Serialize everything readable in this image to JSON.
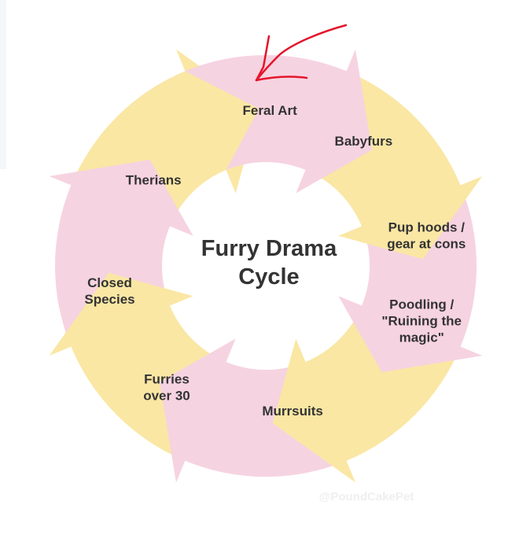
{
  "diagram": {
    "title_line1": "Furry Drama",
    "title_line2": "Cycle",
    "colors": {
      "pink": "#f6d3e1",
      "yellow": "#fae7a4",
      "text": "#333333",
      "marker": "#e3162c"
    },
    "segments": [
      {
        "lines": [
          "Feral Art"
        ],
        "color": "pink"
      },
      {
        "lines": [
          "Babyfurs"
        ],
        "color": "yellow"
      },
      {
        "lines": [
          "Pup hoods /",
          "gear at cons"
        ],
        "color": "pink"
      },
      {
        "lines": [
          "Poodling /",
          "\"Ruining the",
          "magic\""
        ],
        "color": "yellow"
      },
      {
        "lines": [
          "Murrsuits"
        ],
        "color": "pink"
      },
      {
        "lines": [
          "Furries",
          "over 30"
        ],
        "color": "yellow"
      },
      {
        "lines": [
          "Closed",
          "Species"
        ],
        "color": "pink"
      },
      {
        "lines": [
          "Therians"
        ],
        "color": "yellow"
      }
    ],
    "watermark": "@PoundCakePet",
    "annotation": "red-arrow-icon"
  }
}
